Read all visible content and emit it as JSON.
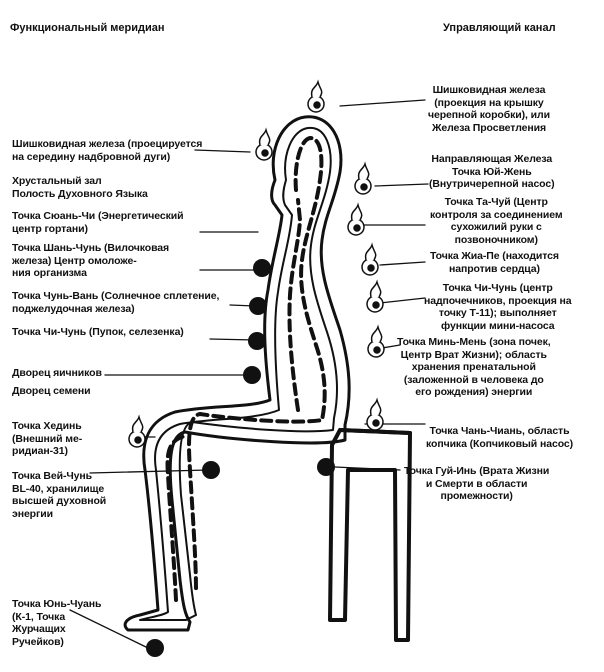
{
  "header": {
    "left": "Функциональный меридиан",
    "right": "Управляющий канал"
  },
  "left_labels": [
    "Шишковидная железа (проецируется\nна середину надбровной дуги)",
    "Хрустальный зал\nПолость Духовного Языка",
    "Точка Сюань-Чи (Энергетический\nцентр гортани)",
    "Точка Шань-Чунь (Вилочковая\nжелеза) Центр омоложе-\nния организма",
    "Точка Чунь-Вань (Солнечное сплетение,\nподжелудочная железа)",
    "Точка Чи-Чунь (Пупок, селезенка)",
    "Дворец яичников",
    "Дворец семени",
    "Точка Хединь\n(Внешний ме-\nридиан-31)",
    "Точка Вей-Чунь\nBL-40, хранилище\nвысшей духовной\nэнергии",
    "Точка Юнь-Чуань\n(К-1, Точка\nЖурчащих\nРучейков)"
  ],
  "right_labels": [
    "Шишковидная железа\n(проекция на крышку\nчерепной коробки), или\nЖелеза Просветления",
    "Направляющая Железа\nТочка Юй-Жень\n(Внутричерепной насос)",
    "Точка Та-Чуй (Центр\nконтроля за соединением\nсухожилий руки с\nпозвоночником)",
    "Точка Жиа-Пе (находится\nнапротив сердца)",
    "Точка Чи-Чунь (центр\nнадпочечников, проекция на\nточку Т-11); выполняет\nфункции мини-насоса",
    "Точка Минь-Мень (зона почек,\nЦентр Врат Жизни); область\nхранения пренатальной\n(заложенной в человека до\nего рождения) энергии",
    "Точка Чань-Чиань, область\nкопчика (Копчиковый насос)",
    "Точка Гуй-Инь (Врата Жизни\nи Смерти в области\nпромежности)"
  ]
}
